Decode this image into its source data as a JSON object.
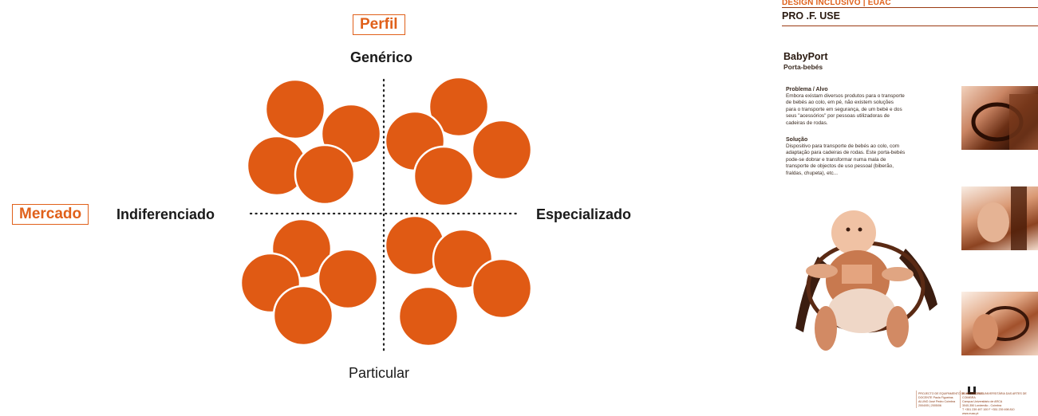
{
  "diagram": {
    "profile_label": "Perfil",
    "market_label": "Mercado",
    "top_label": "Genérico",
    "bottom_label": "Particular",
    "left_label": "Indiferenciado",
    "right_label": "Especializado",
    "accent_color": "#e0601a",
    "circle_color": "#e05a14"
  },
  "poster": {
    "header": "DESIGN INCLUSIVO | EUAC",
    "subheader": "PRO .F. USE",
    "product_title": "BabyPort",
    "product_subtitle": "Porta-bebés",
    "problem_heading": "Problema / Alvo",
    "problem_lines": [
      "Embora existam diversos produtos para o transporte",
      "de bebés ao colo, em pé, não existem soluções",
      "para o transporte em segurança, de um bebé e dos",
      "seus \"acessórios\" por pessoas utilizadoras de",
      "cadeiras de rodas."
    ],
    "solution_heading": "Solução",
    "solution_lines": [
      "Dispositivo para transporte de bebés ao colo, com",
      "adaptação para cadeiras de rodas. Este porta-bebés",
      "pode-se dobrar e transformar numa mala de",
      "transporte de objectos de uso pessoal (biberão,",
      "fraldas, chupeta), etc..."
    ],
    "footer_left_lines": [
      "PROJECTO DE EQUIPAMENTO DE INTERIORES",
      "DOCENTE Paula Figueiras",
      "ALUNO José Pedro Coimbra",
      "2004/05 | 2005/06"
    ],
    "footer_right_lines": [
      "EUAC ESCOLA UNIVERSITÁRIA DAS ARTES DE COIMBRA",
      "Campus Universitário de ARCA",
      "3040-350 Lordemão - Coimbra",
      "T +351 239 497 100  F +351 239 498 810",
      "www.euac.pt"
    ]
  }
}
